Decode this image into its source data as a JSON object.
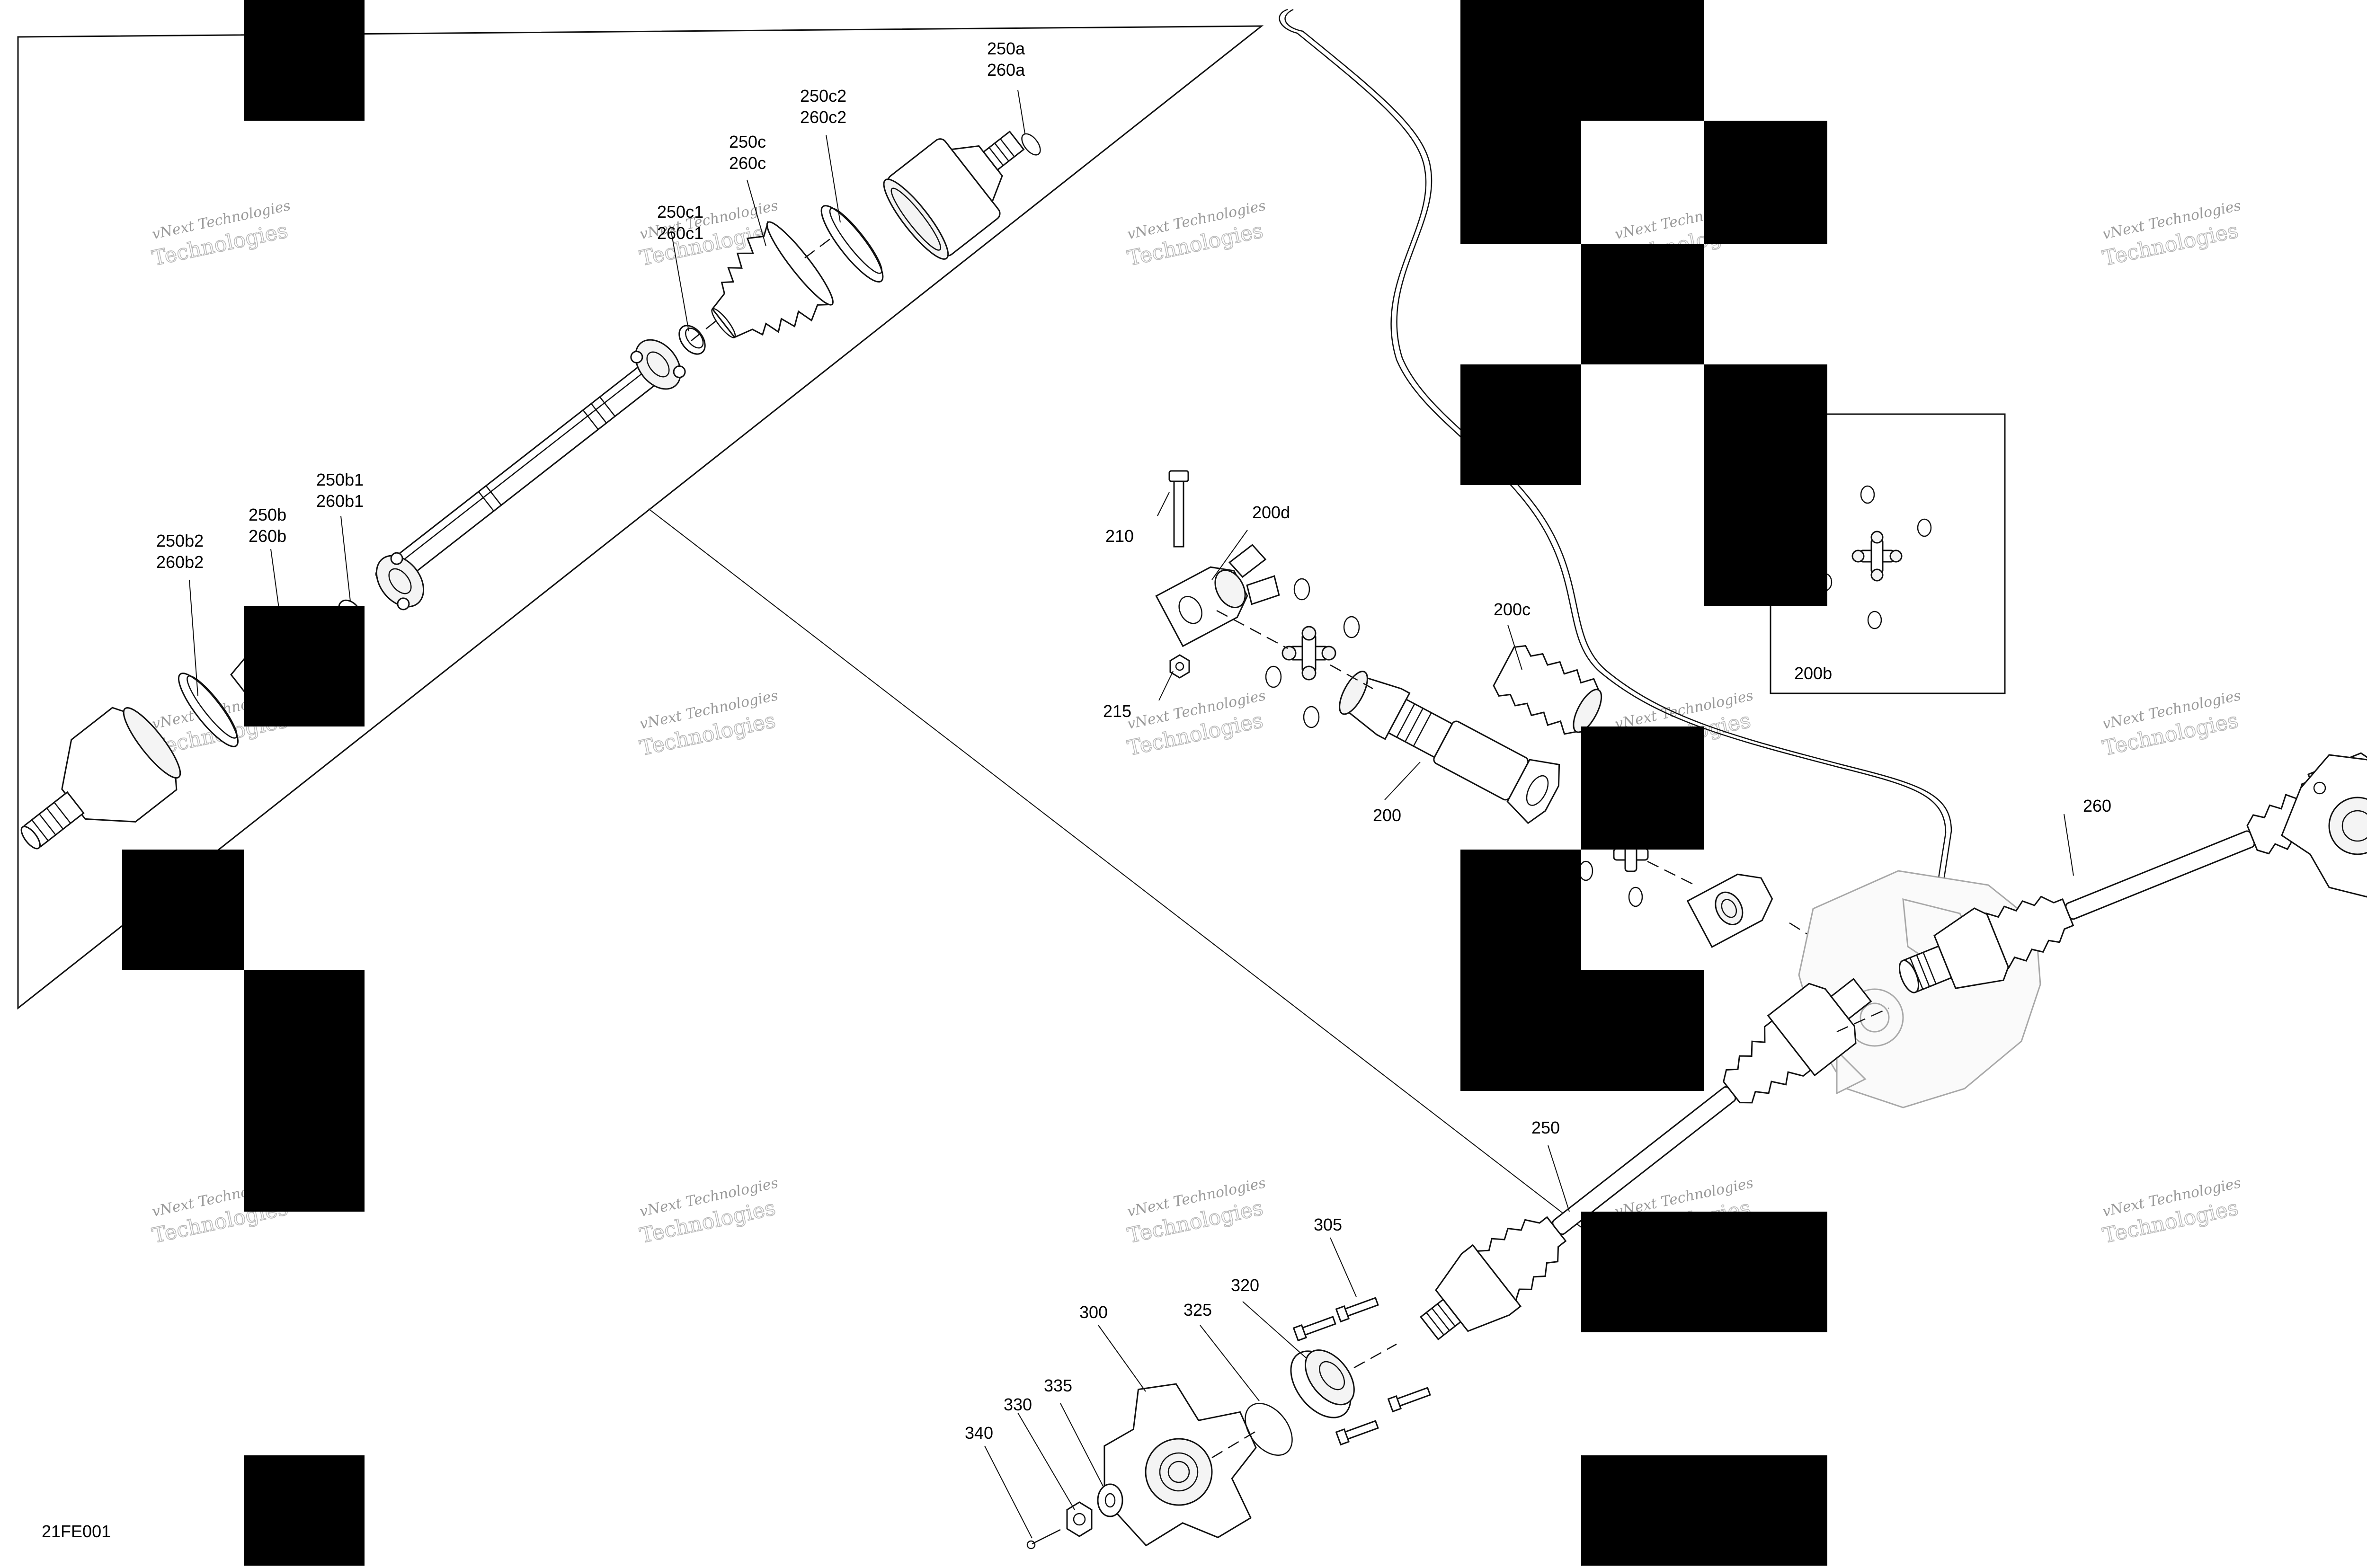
{
  "figure_id": "21FE001",
  "watermark": {
    "line1": "vNext Technologies",
    "line2": "Technologies"
  },
  "callouts": {
    "c250a": [
      "250a",
      "260a"
    ],
    "c250c2": [
      "250c2",
      "260c2"
    ],
    "c250c": [
      "250c",
      "260c"
    ],
    "c250c1": [
      "250c1",
      "260c1"
    ],
    "c250b1": [
      "250b1",
      "260b1"
    ],
    "c250b": [
      "250b",
      "260b"
    ],
    "c250b2": [
      "250b2",
      "260b2"
    ],
    "c210": "210",
    "c200d": "200d",
    "c215": "215",
    "c200c": "200c",
    "c200": "200",
    "c200b": "200b",
    "c260": "260",
    "c250": "250",
    "c305": "305",
    "c320": "320",
    "c325": "325",
    "c300": "300",
    "c335": "335",
    "c330": "330",
    "c340": "340"
  },
  "redaction_color": "#000000"
}
